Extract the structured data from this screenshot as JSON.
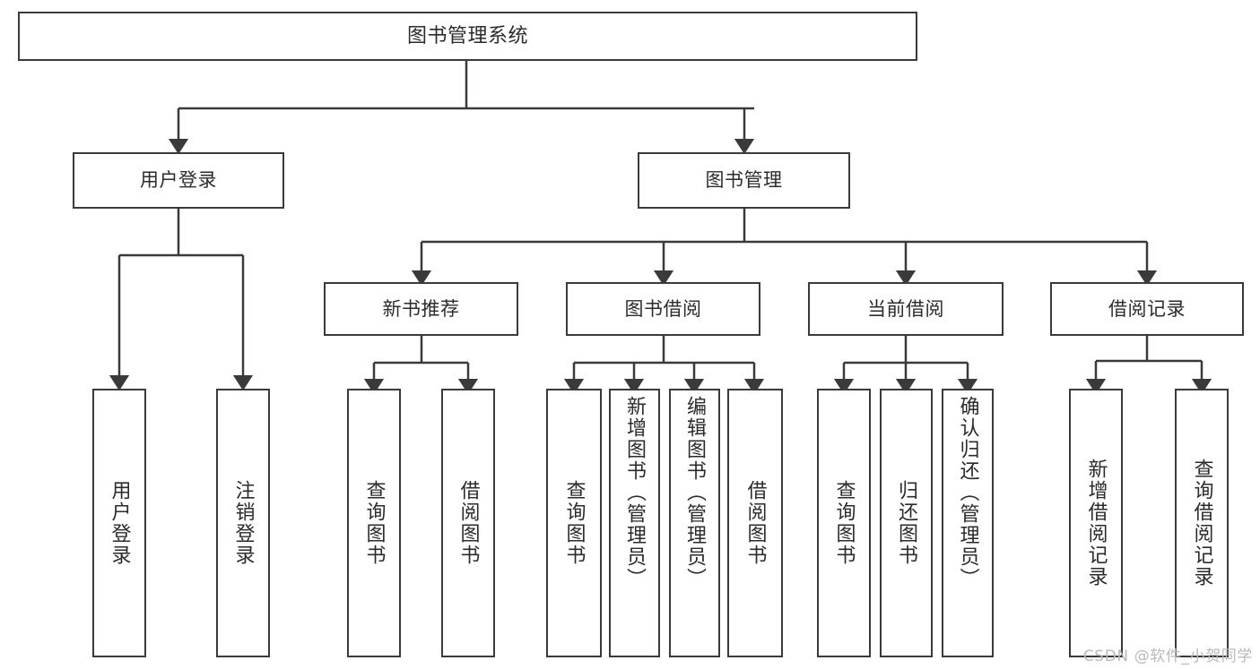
{
  "diagram": {
    "title": "图书管理系统",
    "type": "hierarchy-tree",
    "levels": 4,
    "root": {
      "id": "root",
      "label": "图书管理系统",
      "orientation": "horizontal"
    },
    "level2": [
      {
        "id": "user-login",
        "label": "用户登录",
        "orientation": "horizontal"
      },
      {
        "id": "book-manage",
        "label": "图书管理",
        "orientation": "horizontal"
      }
    ],
    "level3": [
      {
        "id": "new-book-rec",
        "label": "新书推荐",
        "orientation": "horizontal",
        "parent": "book-manage"
      },
      {
        "id": "book-borrow",
        "label": "图书借阅",
        "orientation": "horizontal",
        "parent": "book-manage"
      },
      {
        "id": "current-borrow",
        "label": "当前借阅",
        "orientation": "horizontal",
        "parent": "book-manage"
      },
      {
        "id": "borrow-record",
        "label": "借阅记录",
        "orientation": "horizontal",
        "parent": "book-manage"
      }
    ],
    "leaves": [
      {
        "id": "leaf-user-login",
        "label": "用户登录",
        "parent": "user-login",
        "orientation": "vertical"
      },
      {
        "id": "leaf-user-logout",
        "label": "注销登录",
        "parent": "user-login",
        "orientation": "vertical"
      },
      {
        "id": "leaf-query-book-1",
        "label": "查询图书",
        "parent": "new-book-rec",
        "orientation": "vertical"
      },
      {
        "id": "leaf-borrow-book-1",
        "label": "借阅图书",
        "parent": "new-book-rec",
        "orientation": "vertical"
      },
      {
        "id": "leaf-query-book-2",
        "label": "查询图书",
        "parent": "book-borrow",
        "orientation": "vertical"
      },
      {
        "id": "leaf-add-book",
        "label": "新增图书（管理员）",
        "parent": "book-borrow",
        "orientation": "vertical"
      },
      {
        "id": "leaf-edit-book",
        "label": "编辑图书（管理员）",
        "parent": "book-borrow",
        "orientation": "vertical"
      },
      {
        "id": "leaf-borrow-book-2",
        "label": "借阅图书",
        "parent": "book-borrow",
        "orientation": "vertical"
      },
      {
        "id": "leaf-query-book-3",
        "label": "查询图书",
        "parent": "current-borrow",
        "orientation": "vertical"
      },
      {
        "id": "leaf-return-book",
        "label": "归还图书",
        "parent": "current-borrow",
        "orientation": "vertical"
      },
      {
        "id": "leaf-confirm-return",
        "label": "确认归还（管理员）",
        "parent": "current-borrow",
        "orientation": "vertical"
      },
      {
        "id": "leaf-add-record",
        "label": "新增借阅记录",
        "parent": "borrow-record",
        "orientation": "vertical"
      },
      {
        "id": "leaf-query-record",
        "label": "查询借阅记录",
        "parent": "borrow-record",
        "orientation": "vertical"
      }
    ],
    "colors": {
      "stroke": "#3a3a3a",
      "fill": "#ffffff",
      "text": "#2b2b2b",
      "watermark": "#b9b9b9"
    }
  },
  "watermark": {
    "text": "CSDN @软件_小贺同学"
  }
}
